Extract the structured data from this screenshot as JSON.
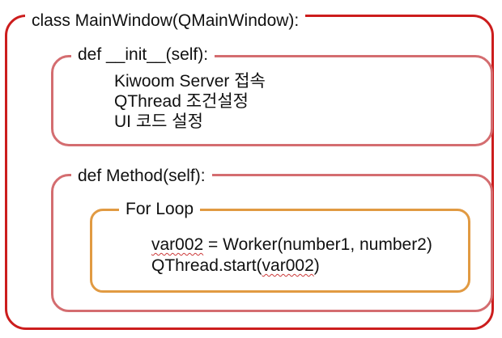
{
  "class_block": {
    "header": "class MainWindow(QMainWindow):"
  },
  "init_block": {
    "header": "def __init__(self):",
    "lines": [
      "Kiwoom Server 접속",
      "QThread 조건설정",
      "UI 코드 설정"
    ]
  },
  "method_block": {
    "header": "def Method(self):",
    "loop": {
      "header": "For Loop",
      "line1_var": "var002",
      "line1_rest": " = Worker(number1, number2)",
      "line2_prefix": "QThread.start(",
      "line2_var": "var002",
      "line2_suffix": ")"
    }
  },
  "colors": {
    "class_border": "#cc1d1d",
    "def_border": "#d46d70",
    "loop_border": "#e19a42",
    "spellcheck_underline": "#cc3a3a"
  }
}
